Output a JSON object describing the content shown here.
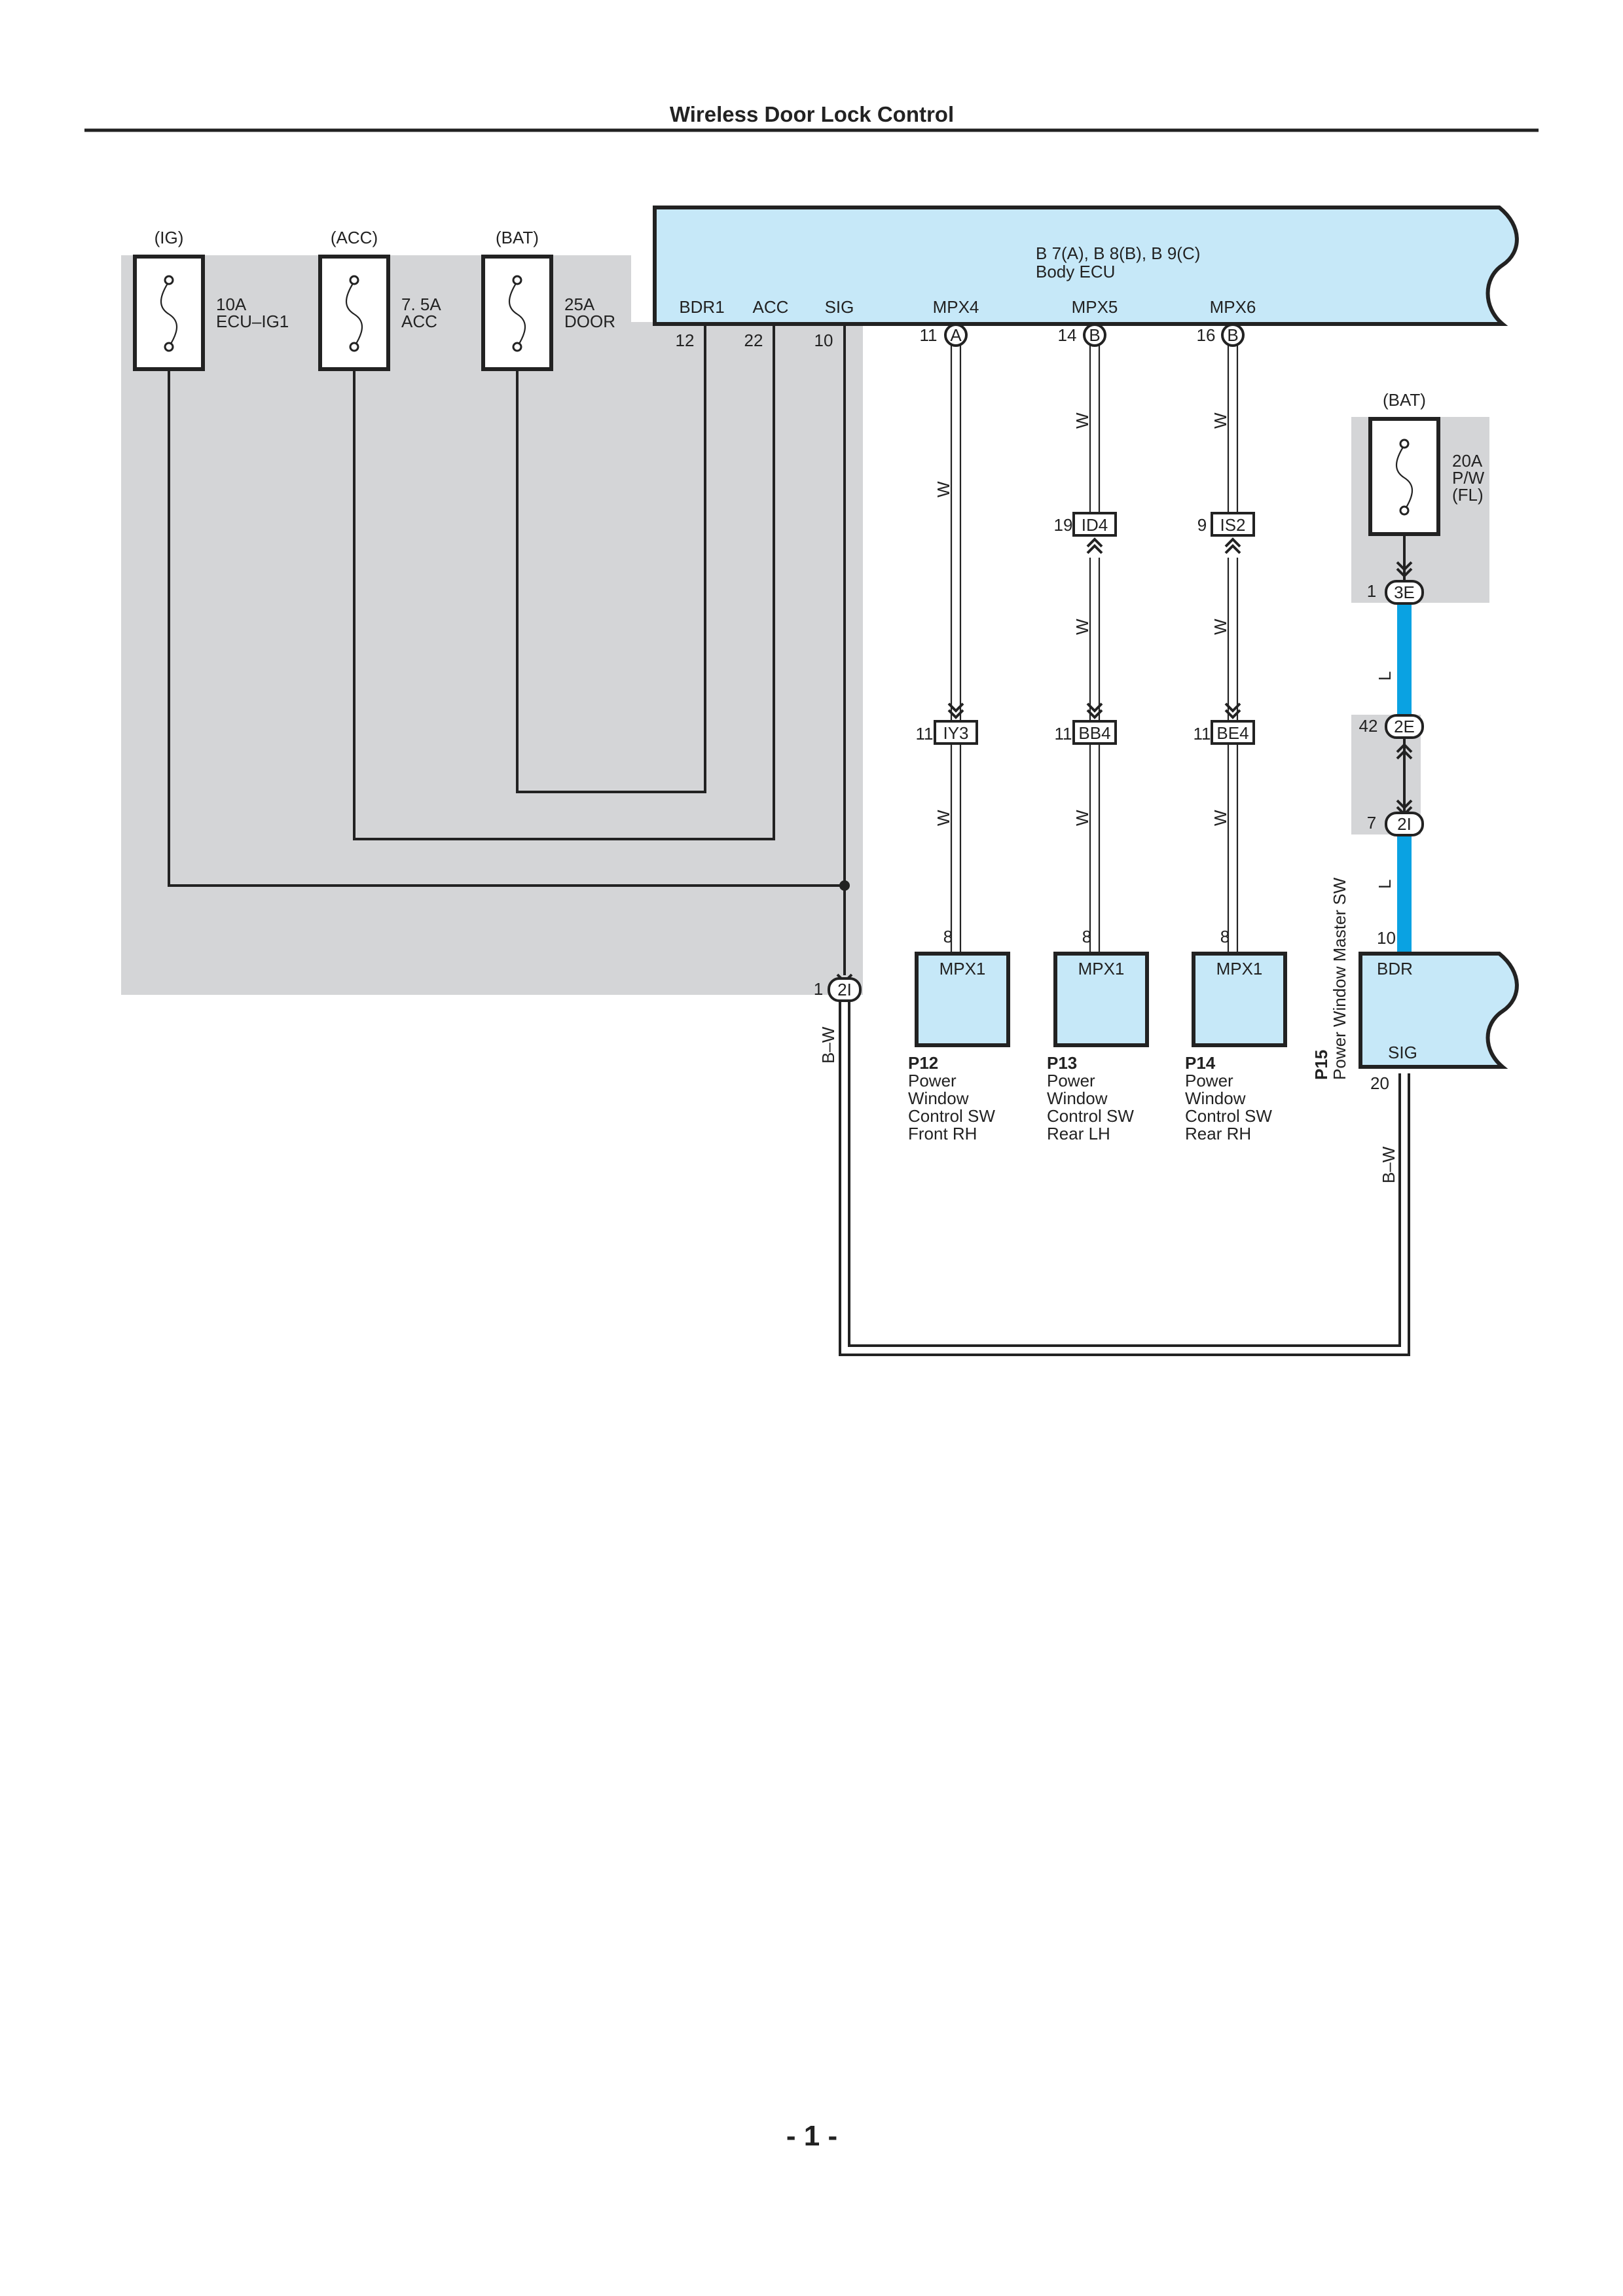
{
  "page": {
    "title": "Wireless Door Lock Control",
    "page_number": "- 1 -"
  },
  "fuses": [
    {
      "source": "(IG)",
      "amp": "10A",
      "name": "ECU–IG1"
    },
    {
      "source": "(ACC)",
      "amp": "7. 5A",
      "name": "ACC"
    },
    {
      "source": "(BAT)",
      "amp": "25A",
      "name": "DOOR"
    },
    {
      "source": "(BAT)",
      "amp": "20A",
      "name": "P/W",
      "name2": "(FL)"
    }
  ],
  "body_ecu": {
    "code": "B 7(A), B 8(B), B 9(C)",
    "name": "Body ECU",
    "terminals": [
      {
        "label": "BDR1",
        "pin": "12"
      },
      {
        "label": "ACC",
        "pin": "22"
      },
      {
        "label": "SIG",
        "pin": "10"
      },
      {
        "label": "MPX4",
        "pin": "11",
        "conn": "A"
      },
      {
        "label": "MPX5",
        "pin": "14",
        "conn": "B"
      },
      {
        "label": "MPX6",
        "pin": "16",
        "conn": "B"
      }
    ]
  },
  "connectors": [
    {
      "id": "ID4",
      "pin": "19"
    },
    {
      "id": "IS2",
      "pin": "9"
    },
    {
      "id": "IY3",
      "pin": "11"
    },
    {
      "id": "BB4",
      "pin": "11"
    },
    {
      "id": "BE4",
      "pin": "11"
    },
    {
      "id": "3E",
      "pin": "1"
    },
    {
      "id": "2E",
      "pin": "42"
    },
    {
      "id": "2I",
      "pin": "7"
    },
    {
      "id": "2I",
      "pin": "1"
    }
  ],
  "wire_colors": {
    "w": "W",
    "l": "L",
    "bw": "B–W"
  },
  "switches": [
    {
      "code": "P12",
      "pin": "8",
      "terminal": "MPX1",
      "line1": "Power",
      "line2": "Window",
      "line3": "Control SW",
      "line4": "Front RH"
    },
    {
      "code": "P13",
      "pin": "8",
      "terminal": "MPX1",
      "line1": "Power",
      "line2": "Window",
      "line3": "Control SW",
      "line4": "Rear LH"
    },
    {
      "code": "P14",
      "pin": "8",
      "terminal": "MPX1",
      "line1": "Power",
      "line2": "Window",
      "line3": "Control SW",
      "line4": "Rear RH"
    }
  ],
  "master_sw": {
    "code": "P15",
    "name": "Power Window Master SW",
    "bdr": "BDR",
    "bdr_pin": "10",
    "sig": "SIG",
    "sig_pin": "20"
  },
  "colors": {
    "box_fill": "#c6e8f8",
    "shade": "#d4d5d7",
    "blue_wire": "#0aa2e2",
    "line": "#222222"
  }
}
